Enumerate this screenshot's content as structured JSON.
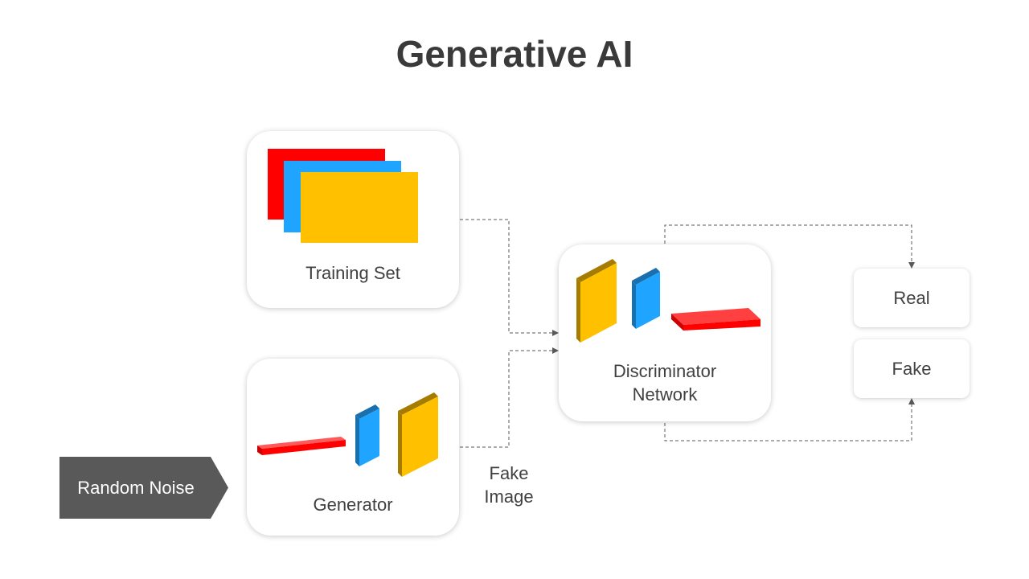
{
  "title": "Generative AI",
  "nodes": {
    "training_set": "Training Set",
    "generator": "Generator",
    "discriminator_line1": "Discriminator",
    "discriminator_line2": "Network",
    "real": "Real",
    "fake": "Fake",
    "random_noise": "Random Noise",
    "fake_image_line1": "Fake",
    "fake_image_line2": "Image"
  },
  "colors": {
    "red": "#ff0000",
    "blue": "#1fa5ff",
    "yellow": "#ffc000",
    "noise_bg": "#595959",
    "connector": "#595959",
    "text": "#404040"
  }
}
